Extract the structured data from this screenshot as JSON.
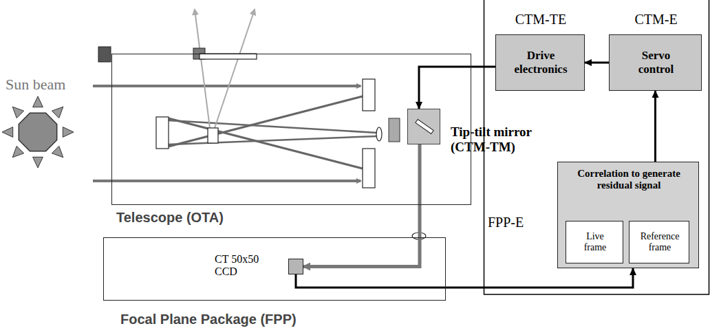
{
  "diagram": {
    "nodes": [
      {
        "text": [
          "Telescope (OTA)"
        ]
      },
      {
        "text": [
          "Focal Plane Package (FPP)"
        ]
      },
      {
        "text": [
          "CT 50x50 CCD"
        ],
        "in": 1
      },
      {
        "text": [
          "Tip-tilt mirror (CTM-TM)"
        ]
      },
      {
        "text": [
          "CTM-TE",
          "Drive electronics"
        ]
      },
      {
        "text": [
          "CTM-E",
          "Servo control"
        ]
      },
      {
        "text": [
          "FPP-E",
          "Correlation to generate residual signal"
        ]
      },
      {
        "text": [
          "Live frame"
        ],
        "in": 6
      },
      {
        "text": [
          "Reference frame"
        ],
        "in": 6
      }
    ],
    "edges": [
      {
        "from": 5,
        "to": 4,
        "arrow": "to"
      },
      {
        "from": 4,
        "to": 3,
        "arrow": "to"
      },
      {
        "from": 6,
        "to": 5,
        "arrow": "to"
      },
      {
        "from": 2,
        "to": 6,
        "arrow": "to"
      },
      {
        "from": 3,
        "to": 2,
        "arrow": "to"
      }
    ],
    "labels": [
      "Sun beam"
    ]
  }
}
